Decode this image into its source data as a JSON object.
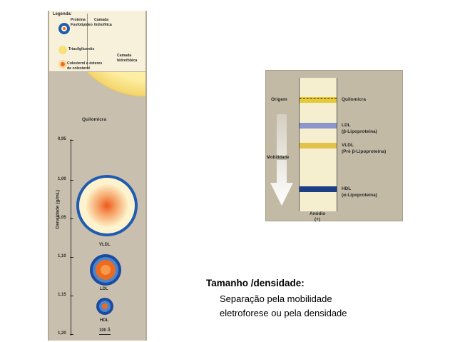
{
  "legend": {
    "title": "Legenda:",
    "proteina": "Proteína",
    "fosfolipideo": "Fosfolipídeo",
    "camada_hidrofilica_1": "Camada",
    "camada_hidrofilica_2": "hidrofílica",
    "triacilgliceróis": "Triacilgliceróis",
    "colesterol_1": "Colesterol e ésteres",
    "colesterol_2": "de colesterol",
    "camada_hidrofobica_1": "Camada",
    "camada_hidrofobica_2": "hidrofóbica"
  },
  "density_axis": {
    "label": "Densidade (g/mL)",
    "ticks": [
      "0,95",
      "1,00",
      "1,05",
      "1,10",
      "1,15",
      "1,20"
    ]
  },
  "particles": {
    "quilomicra": "Quilomicra",
    "vldl": "VLDL",
    "ldl": "LDL",
    "hdl": "HDL",
    "scale": "100 Å"
  },
  "electrophoresis": {
    "origem": "Origem",
    "mobilidade": "Mobilidade",
    "quilomicra": "Quilomicra",
    "ldl_1": "LDL",
    "ldl_2": "(β-Lipoproteína)",
    "vldl_1": "VLDL",
    "vldl_2": "(Pré β-Lipoproteína)",
    "hdl_1": "HDL",
    "hdl_2": "(α-Lipoproteína)",
    "anodio_1": "Anódio",
    "anodio_2": "(+)"
  },
  "caption": {
    "title": "Tamanho /densidade:",
    "line1": "Separação pela mobilidade",
    "line2": "eletroforese ou pela densidade"
  },
  "colors": {
    "quilomicra_band": "#e6c93a",
    "ldl_band": "#8c96cc",
    "vldl_band": "#e2c24a",
    "hdl_band": "#1c3f86",
    "strip": "#f5efcf"
  }
}
